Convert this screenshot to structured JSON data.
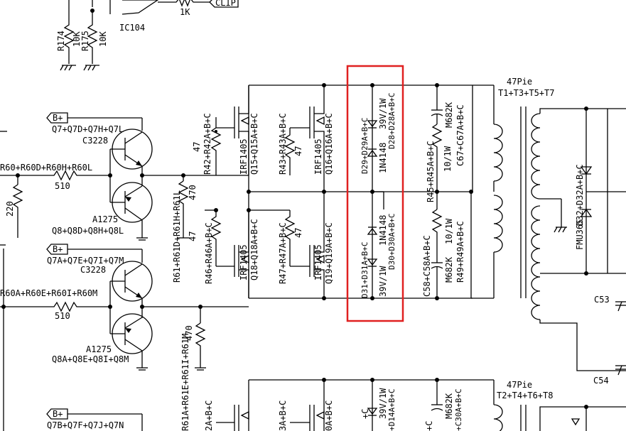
{
  "colors": {
    "wire": "#000000",
    "highlight": "#e02020",
    "background": "#ffffff"
  },
  "labels": {
    "r1k": "1K",
    "clip": "CLIP",
    "ic104": "IC104",
    "r174": "R174",
    "r174v": "10K",
    "r175": "R175",
    "r175v": "10K",
    "bplus1": "B+",
    "bplus2": "B+",
    "bplus3": "B+",
    "q7a": "Q7+Q7D+Q7H+Q7L",
    "c3228a": "C3228",
    "r60a": "R60+R60D+R60H+R60L",
    "r510a": "510",
    "r220": "220",
    "a1275a": "A1275",
    "q8a": "Q8+Q8D+Q8H+Q8L",
    "q7b": "Q7A+Q7E+Q7I+Q7M",
    "c3228b": "C3228",
    "r60b": "R60A+R60E+R60I+R60M",
    "r510b": "510",
    "a1275b": "A1275",
    "q8b": "Q8A+Q8E+Q8I+Q8M",
    "q7c": "Q7B+Q7F+Q7J+Q7N",
    "r61a": "R61+R61D+R61H+R61L",
    "r470a": "470",
    "r47a": "47",
    "r61b": "R61A+R61E+R61I+R61M",
    "r470b": "470",
    "r42": "R42+R42A+B+C",
    "r42v": "47",
    "irf1": "IRF1405",
    "q15": "Q15+Q15A+B+C",
    "r43": "R43+R43A+B+C",
    "r43v": "47",
    "irf2": "IRF1405",
    "q16": "Q16+Q16A+B+C",
    "r46": "R46+R46A+B+C",
    "irf3": "IRF1405",
    "q18": "Q18+Q18A+B+C",
    "r47": "R47+R47A+B+C",
    "r47v": "47",
    "irf4": "IRF1405",
    "q19": "Q19+Q19A+B+C",
    "d29": "D29+D29A+B+C",
    "n4148a": "1N4148",
    "z39a": "39V/1W",
    "d28": "D28+D28A+B+C",
    "n4148b": "1N4148",
    "d30": "D30+D30A+B+C",
    "d31": "D31+D31A+B+C",
    "z39b": "39V/1W",
    "r45": "R45+R45A+B+C",
    "r45v": "10/1W",
    "m682a": "M682K",
    "c67": "C67+C67A+B+C",
    "c58": "C58+C58A+B+C",
    "m682b": "M682K",
    "r49v": "10/1W",
    "r49": "R49+R49A+B+C",
    "pie1": "47Pie",
    "t1": "T1+T3+T5+T7",
    "d32": "D32+D32A+B+C",
    "fmu": "FMU36S",
    "c53": "C53",
    "c54": "C54",
    "pie2": "47Pie",
    "t2": "T2+T4+T6+T8",
    "bot_r2": "2A+B+C",
    "bot_r3": "3A+B+C",
    "bot_r0": "0A+B+C",
    "bot_z": "39V/1W",
    "bot_d14": "+D14A+B+C",
    "bot_m": "M682K",
    "bot_c30": "+C30A+B+C",
    "bot_c": "+C",
    "bot_c2": "+C"
  }
}
